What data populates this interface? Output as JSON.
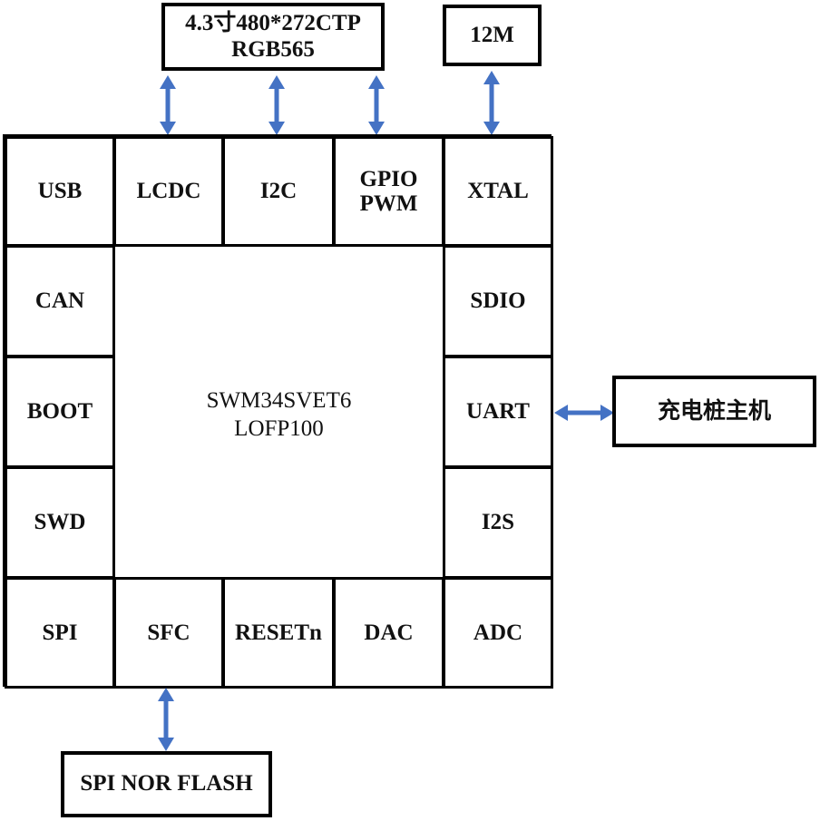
{
  "diagram": {
    "title": "SWM34SVET6 charging pile host block diagram",
    "accent_arrow_color": "#4472C4",
    "line_color": "#000000",
    "background": "#ffffff"
  },
  "external_blocks": [
    {
      "id": "lcd",
      "label": "4.3寸480*272CTP\nRGB565"
    },
    {
      "id": "xtal",
      "label": "12M"
    },
    {
      "id": "host",
      "label": "充电桩主机"
    },
    {
      "id": "flash",
      "label": "SPI NOR FLASH"
    }
  ],
  "chip": {
    "core_label": "SWM34SVET6\nLOFP100",
    "top_row": [
      "USB",
      "LCDC",
      "I2C",
      "GPIO\nPWM",
      "XTAL"
    ],
    "left_column": [
      "CAN",
      "BOOT",
      "SWD"
    ],
    "right_column": [
      "SDIO",
      "UART",
      "I2S"
    ],
    "bottom_row": [
      "SPI",
      "SFC",
      "RESETn",
      "DAC",
      "ADC"
    ]
  },
  "connections": [
    {
      "id": "lcdc-to-lcd",
      "from": "LCDC",
      "to": "lcd",
      "direction": "bidirectional",
      "orientation": "vertical"
    },
    {
      "id": "i2c-to-lcd",
      "from": "I2C",
      "to": "lcd",
      "direction": "bidirectional",
      "orientation": "vertical"
    },
    {
      "id": "gpio-to-lcd",
      "from": "GPIO PWM",
      "to": "lcd",
      "direction": "bidirectional",
      "orientation": "vertical"
    },
    {
      "id": "xtal-to-12m",
      "from": "XTAL",
      "to": "xtal",
      "direction": "bidirectional",
      "orientation": "vertical"
    },
    {
      "id": "uart-to-host",
      "from": "UART",
      "to": "host",
      "direction": "bidirectional",
      "orientation": "horizontal"
    },
    {
      "id": "sfc-to-flash",
      "from": "SFC",
      "to": "flash",
      "direction": "bidirectional",
      "orientation": "vertical"
    }
  ]
}
